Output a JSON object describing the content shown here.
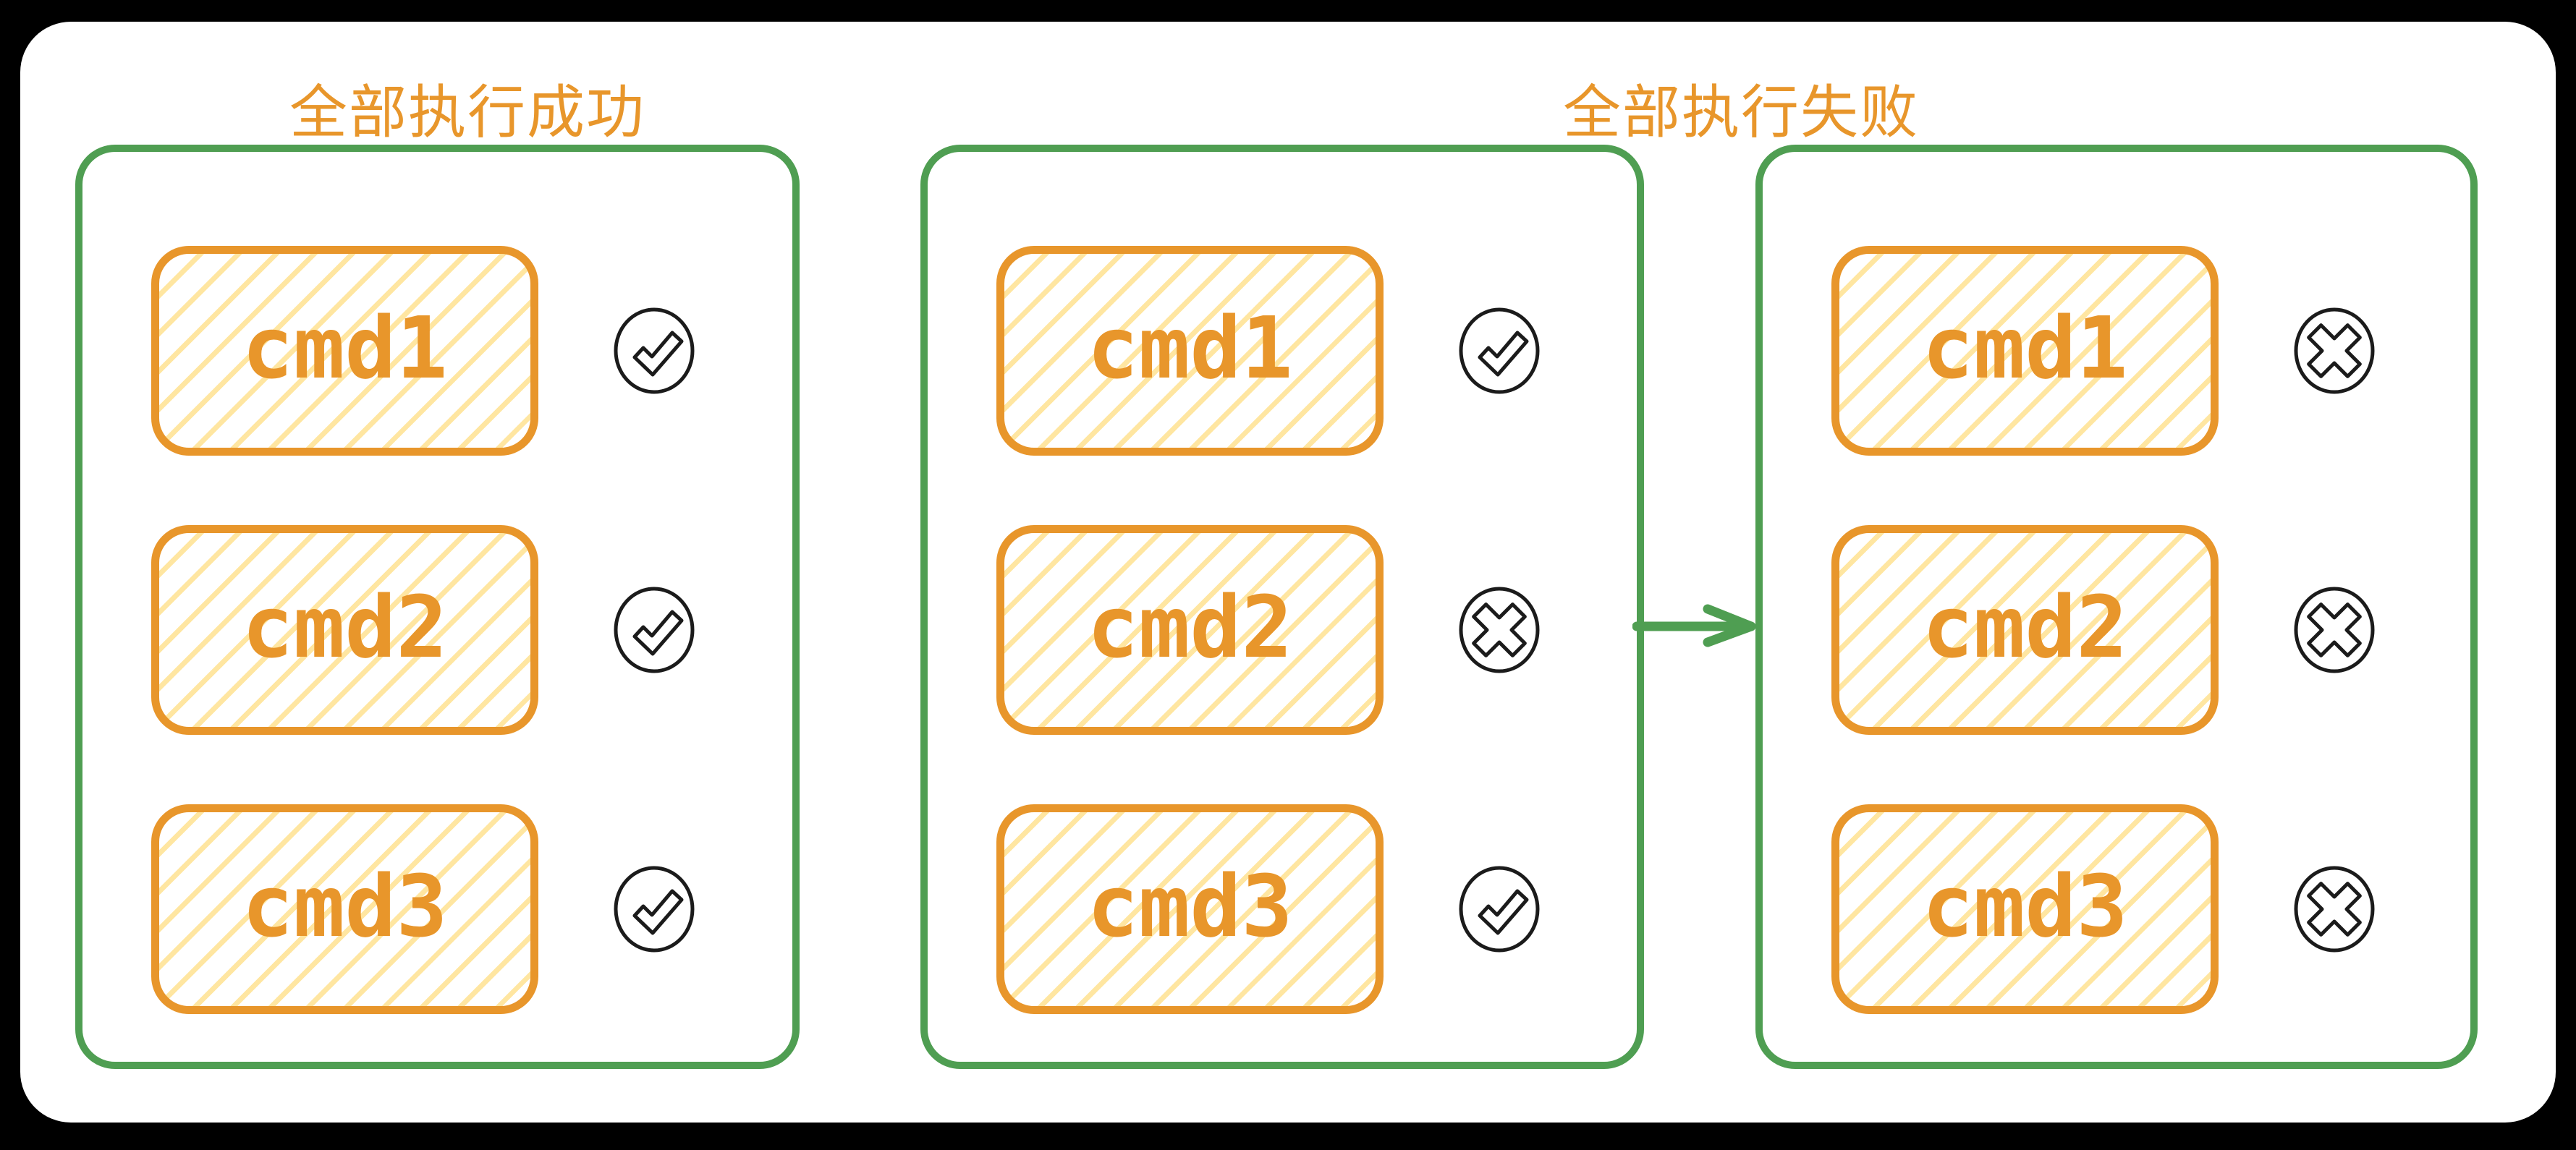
{
  "figure": {
    "type": "hand-drawn-diagram",
    "titles": [
      {
        "id": "all-success",
        "text": "全部执行成功"
      },
      {
        "id": "all-fail",
        "text": "全部执行失败"
      }
    ],
    "groups": [
      {
        "id": "all-success-group",
        "rows": [
          {
            "label": "cmd1",
            "status": "success"
          },
          {
            "label": "cmd2",
            "status": "success"
          },
          {
            "label": "cmd3",
            "status": "success"
          }
        ]
      },
      {
        "id": "fail-case-before-group",
        "rows": [
          {
            "label": "cmd1",
            "status": "success"
          },
          {
            "label": "cmd2",
            "status": "fail"
          },
          {
            "label": "cmd3",
            "status": "success"
          }
        ]
      },
      {
        "id": "fail-case-after-group",
        "rows": [
          {
            "label": "cmd1",
            "status": "fail"
          },
          {
            "label": "cmd2",
            "status": "fail"
          },
          {
            "label": "cmd3",
            "status": "fail"
          }
        ]
      }
    ],
    "arrow": {
      "from": "fail-case-before-group",
      "to": "fail-case-after-group",
      "direction": "right"
    },
    "icons": {
      "success": "check-circle",
      "fail": "x-circle"
    },
    "colors": {
      "orange": "#e8962b",
      "yellow-hatch": "#ffcf4a",
      "green": "#4f9e52",
      "teal": "#4ec08f",
      "red": "#e5554d",
      "ink": "#1b1b1b",
      "canvas": "#ffffff",
      "frame": "#000000"
    }
  }
}
